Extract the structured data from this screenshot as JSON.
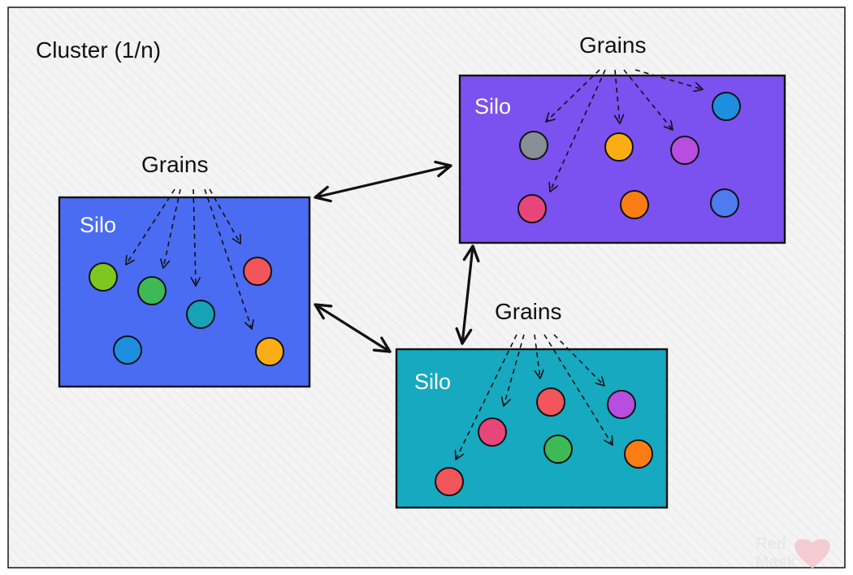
{
  "cluster": {
    "label": "Cluster (1/n)",
    "background": "#f4f4f4"
  },
  "silos": [
    {
      "id": "left",
      "label": "Silo",
      "color": "#4a6cf2",
      "grains_label": "Grains",
      "grains": [
        {
          "color": "#7ec71e"
        },
        {
          "color": "#3dba55"
        },
        {
          "color": "#17a3b5"
        },
        {
          "color": "#f2555a"
        },
        {
          "color": "#1e8fe0"
        },
        {
          "color": "#fbad14"
        }
      ]
    },
    {
      "id": "top-right",
      "label": "Silo",
      "color": "#7b51f0",
      "grains_label": "Grains",
      "grains": [
        {
          "color": "#868e96"
        },
        {
          "color": "#fbad14"
        },
        {
          "color": "#b74ee0"
        },
        {
          "color": "#1e8fe0"
        },
        {
          "color": "#e8467a"
        },
        {
          "color": "#fa7d14"
        },
        {
          "color": "#4e7cf0"
        }
      ]
    },
    {
      "id": "bottom-right",
      "label": "Silo",
      "color": "#17a9c0",
      "grains_label": "Grains",
      "grains": [
        {
          "color": "#f2555a"
        },
        {
          "color": "#b74ee0"
        },
        {
          "color": "#e8467a"
        },
        {
          "color": "#3dba55"
        },
        {
          "color": "#fa7d14"
        },
        {
          "color": "#f2555a"
        }
      ]
    }
  ],
  "connections": [
    {
      "from": "left",
      "to": "top-right",
      "type": "bidirectional"
    },
    {
      "from": "left",
      "to": "bottom-right",
      "type": "bidirectional"
    },
    {
      "from": "top-right",
      "to": "bottom-right",
      "type": "bidirectional"
    }
  ],
  "watermark": {
    "text_top": "Red",
    "text_bottom": "Mask",
    "color": "#e8e8e8"
  }
}
